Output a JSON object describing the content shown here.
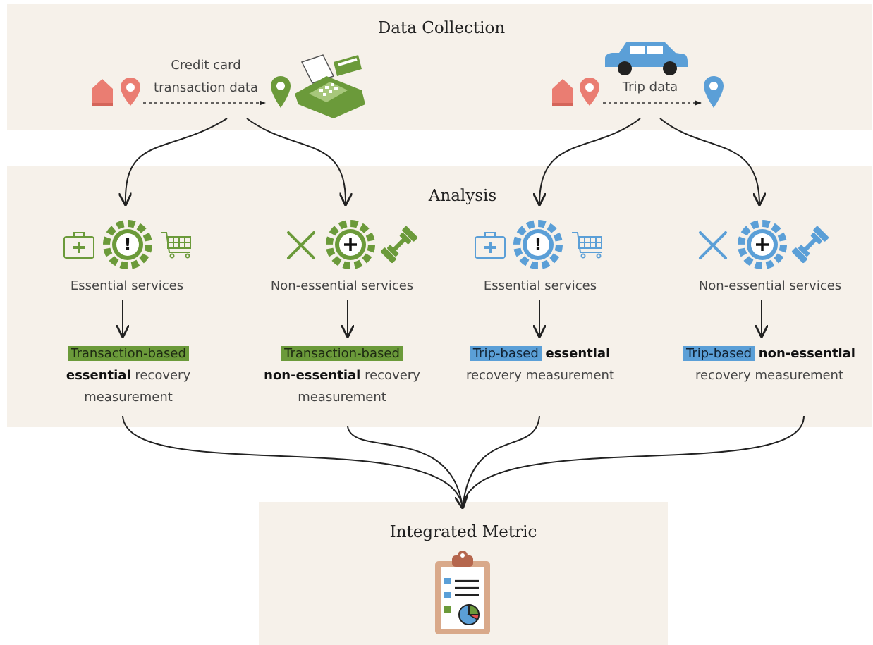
{
  "sections": {
    "data_collection": "Data Collection",
    "analysis": "Analysis",
    "integrated": "Integrated Metric"
  },
  "sources": {
    "credit_line1": "Credit card",
    "credit_line2": "transaction data",
    "trip": "Trip data"
  },
  "services": [
    {
      "label": "Essential services",
      "hl": "Transaction-based",
      "bold": "essential",
      "rest1": "recovery",
      "rest2": "measurement"
    },
    {
      "label": "Non-essential services",
      "hl": "Transaction-based",
      "bold": "non-essential",
      "rest1": "recovery",
      "rest2": "measurement"
    },
    {
      "label": "Essential services",
      "hl": "Trip-based",
      "bold": "essential",
      "rest1": "recovery measurement"
    },
    {
      "label": "Non-essential services",
      "hl": "Trip-based",
      "bold": "non-essential",
      "rest1": "recovery measurement"
    }
  ],
  "colors": {
    "panel": "#f6f1ea",
    "green": "#6b9a3a",
    "blue": "#5b9fd7",
    "pin_red": "#ea7d72",
    "arrow": "#222222"
  }
}
